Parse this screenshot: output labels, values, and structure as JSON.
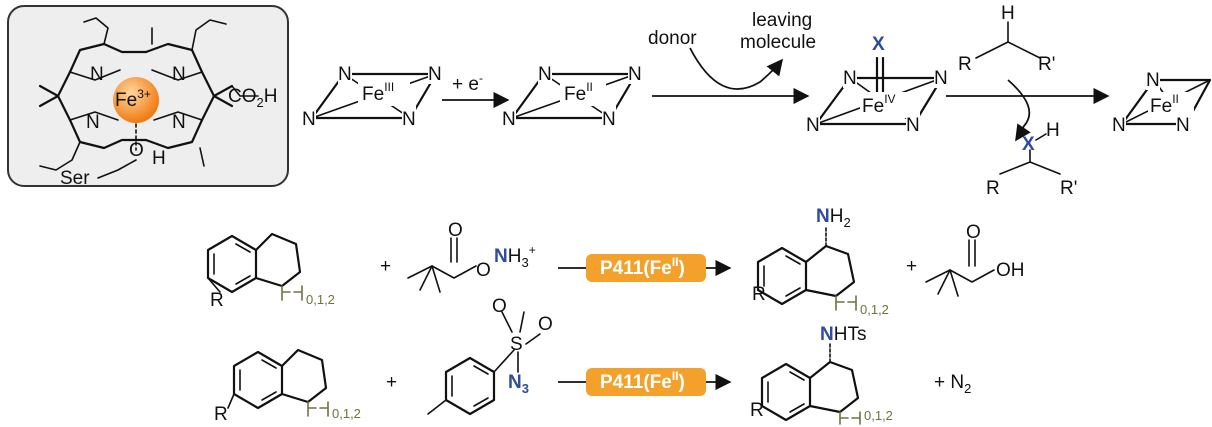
{
  "colors": {
    "donor_atom": "#2e4b9e",
    "heme_iron": "#f08c1a",
    "enzyme_box": "#f3a12a",
    "chain_index": "#707040"
  },
  "heme": {
    "metal": "Fe",
    "metal_charge": "3+",
    "acid": "CO",
    "acid_sub": "2",
    "acid_tail": "H",
    "ligand_O": "O",
    "ligand_H": "H",
    "ser": "Ser"
  },
  "atoms": {
    "N": "N",
    "X": "X",
    "H": "H",
    "R": "R",
    "R2": "R'"
  },
  "iron": {
    "symbol": "Fe",
    "ox3": "III",
    "ox2": "II",
    "ox4": "IV"
  },
  "cycle": {
    "reduction": "+ e",
    "reduction_sup": "-",
    "donor": "donor",
    "leaving_1": "leaving",
    "leaving_2": "molecule"
  },
  "rxn1": {
    "index": "0,1,2",
    "plus": "+",
    "amine_N": "N",
    "amine_H": "H",
    "amine_sub": "3",
    "amine_sup": "+",
    "ester_O1": "O",
    "ester_O2": "O",
    "enzyme": "P411(Fe",
    "enzyme_ox": "II",
    "enzyme_close": ")",
    "product_N": "N",
    "product_H": "H",
    "product_sub": "2",
    "acid_O": "O",
    "acid_OH": "OH"
  },
  "rxn2": {
    "index": "0,1,2",
    "plus": "+",
    "S": "S",
    "O": "O",
    "azide_N": "N",
    "azide_sub": "3",
    "enzyme": "P411(Fe",
    "enzyme_ox": "II",
    "enzyme_close": ")",
    "product_N": "N",
    "product_tail": "HTs",
    "byproduct": "+ N",
    "byproduct_sub": "2"
  }
}
